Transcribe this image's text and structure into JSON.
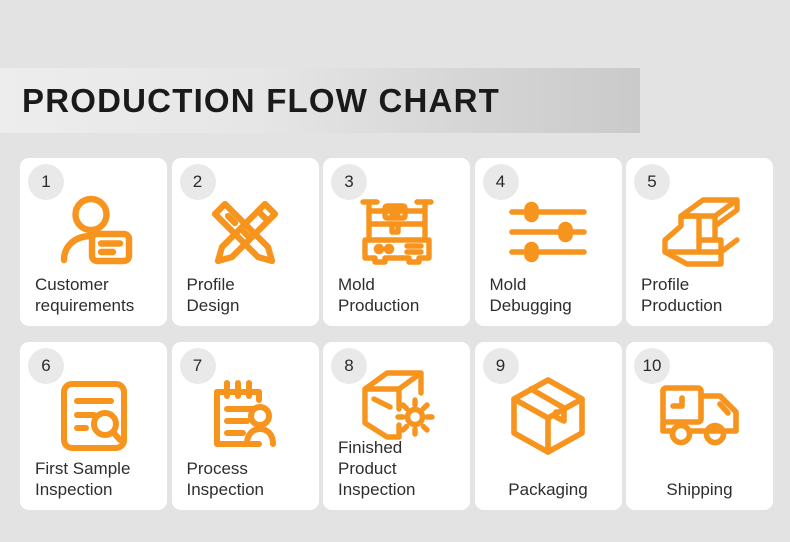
{
  "header": {
    "title": "PRODUCTION FLOW CHART",
    "band_gradient_from": "#ededed",
    "band_gradient_to": "#cacaca"
  },
  "theme": {
    "accent": "#F7941D",
    "page_background": "#e4e3e4",
    "card_background": "#ffffff",
    "badge_background": "#e9e9e9",
    "text_color": "#2e2e2e"
  },
  "steps": [
    {
      "number": "1",
      "label": "Customer\nrequirements",
      "lines": [
        "Customer",
        "requirements"
      ],
      "icon": "customer-requirements-icon",
      "align": "left"
    },
    {
      "number": "2",
      "label": "Profile\nDesign",
      "lines": [
        "Profile",
        "Design"
      ],
      "icon": "pencil-ruler-icon",
      "align": "left"
    },
    {
      "number": "3",
      "label": "Mold\nProduction",
      "lines": [
        "Mold",
        "Production"
      ],
      "icon": "cnc-machine-icon",
      "align": "left"
    },
    {
      "number": "4",
      "label": "Mold\nDebugging",
      "lines": [
        "Mold",
        "Debugging"
      ],
      "icon": "sliders-icon",
      "align": "left"
    },
    {
      "number": "5",
      "label": "Profile\nProduction",
      "lines": [
        "Profile",
        "Production"
      ],
      "icon": "i-beam-profile-icon",
      "align": "left"
    },
    {
      "number": "6",
      "label": "First Sample\nInspection",
      "lines": [
        "First Sample",
        "Inspection"
      ],
      "icon": "document-search-icon",
      "align": "left"
    },
    {
      "number": "7",
      "label": "Process\nInspection",
      "lines": [
        "Process",
        "Inspection"
      ],
      "icon": "clipboard-person-icon",
      "align": "left"
    },
    {
      "number": "8",
      "label": "Finished\nProduct\nInspection",
      "lines": [
        "Finished",
        "Product",
        "Inspection"
      ],
      "icon": "box-gear-icon",
      "align": "left"
    },
    {
      "number": "9",
      "label": "Packaging",
      "lines": [
        "Packaging"
      ],
      "icon": "package-box-icon",
      "align": "center"
    },
    {
      "number": "10",
      "label": "Shipping",
      "lines": [
        "Shipping"
      ],
      "icon": "delivery-truck-icon",
      "align": "center"
    }
  ]
}
